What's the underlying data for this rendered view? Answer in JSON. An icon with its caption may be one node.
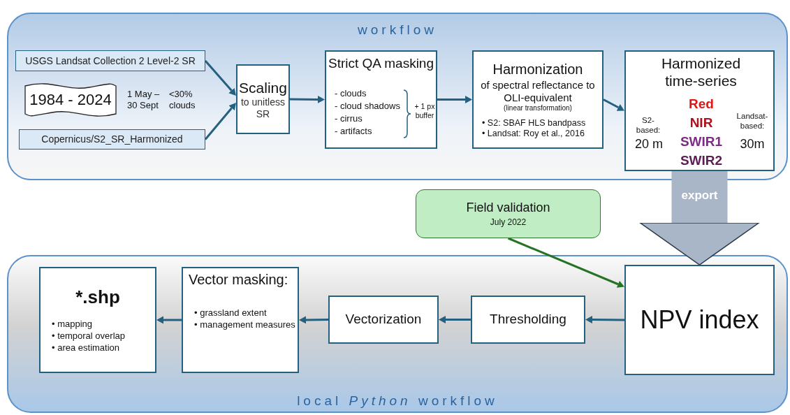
{
  "diagram": {
    "nodes": [
      {
        "text": [
          "workflow"
        ]
      },
      {
        "text": [
          "USGS Landsat Collection 2 Level-2 SR"
        ],
        "in": 0
      },
      {
        "text": [
          "1984 - 2024"
        ],
        "in": 0,
        "beside": [
          "1 May – 30 Sept",
          "<30% clouds"
        ]
      },
      {
        "text": [
          "Copernicus/S2_SR_Harmonized"
        ],
        "in": 0
      },
      {
        "text": [
          "Scaling",
          "to unitless SR"
        ],
        "in": 0
      },
      {
        "text": [
          "Strict QA masking",
          "- clouds",
          "- cloud shadows",
          "- cirrus",
          "- artifacts",
          "+ 1 px buffer"
        ],
        "in": 0
      },
      {
        "text": [
          "Harmonization",
          "of spectral reflectance to OLI-equivalent",
          "(linear transformation)",
          "• S2: SBAF HLS bandpass",
          "• Landsat: Roy et al., 2016"
        ],
        "in": 0
      },
      {
        "text": [
          "Harmonized time-series",
          "S2-based:",
          "20 m",
          "Red",
          "NIR",
          "SWIR1",
          "SWIR2",
          "Landsat-based:",
          "30m"
        ],
        "in": 0
      },
      {
        "text": [
          "Field validation",
          "July 2022"
        ]
      },
      {
        "text": [
          "local *Python* workflow"
        ]
      },
      {
        "text": [
          "NPV index"
        ],
        "in": 9
      },
      {
        "text": [
          "Thresholding"
        ],
        "in": 9
      },
      {
        "text": [
          "Vectorization"
        ],
        "in": 9
      },
      {
        "text": [
          "Vector masking:",
          "• grassland extent",
          "• management measures"
        ],
        "in": 9
      },
      {
        "text": [
          "*.shp",
          "• mapping",
          "• temporal overlap",
          "• area estimation"
        ],
        "in": 9
      }
    ],
    "edges": [
      {
        "from": 1,
        "to": 4,
        "arrow": "to"
      },
      {
        "from": 3,
        "to": 4,
        "arrow": "to"
      },
      {
        "from": 4,
        "to": 5,
        "arrow": "to"
      },
      {
        "from": 5,
        "to": 6,
        "arrow": "to"
      },
      {
        "from": 6,
        "to": 7,
        "arrow": "to"
      },
      {
        "from": 7,
        "to": 10,
        "arrow": "to",
        "label": "export",
        "style": "thick",
        "color": "#a9b6c7"
      },
      {
        "from": 8,
        "to": 10,
        "arrow": "to",
        "color": "#267326"
      },
      {
        "from": 10,
        "to": 11,
        "arrow": "to"
      },
      {
        "from": 11,
        "to": 12,
        "arrow": "to"
      },
      {
        "from": 12,
        "to": 13,
        "arrow": "to"
      },
      {
        "from": 13,
        "to": 14,
        "arrow": "to"
      }
    ]
  }
}
